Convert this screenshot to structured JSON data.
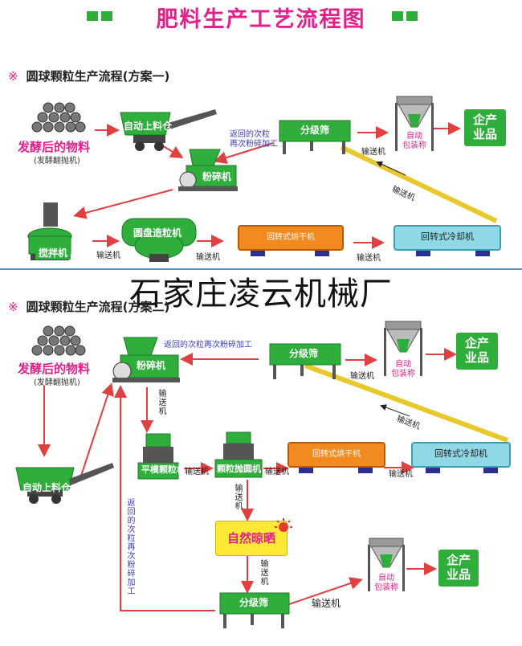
{
  "title": "肥料生产工艺流程图",
  "section1": {
    "heading": "圆球颗粒生产流程",
    "scheme": "(方案一)",
    "raw_label": "发酵后的物料",
    "raw_sub": "(发酵翻抛机)",
    "hopper": "自动上料仓",
    "crusher": "粉碎机",
    "return_note": [
      "返回的次粒",
      "再次粉碎加工"
    ],
    "screen": "分级筛",
    "conveyor": "输送机",
    "pack": [
      "自动",
      "包装称"
    ],
    "product": [
      "企产",
      "业品"
    ],
    "mixer": "搅拌机",
    "disc": "圆盘造粒机",
    "dryer": "回转式烘干机",
    "cooler": "回转式冷却机"
  },
  "watermark": "石家庄凌云机械厂",
  "section2": {
    "heading": "圆球颗粒生产流程",
    "scheme": "(方案二)",
    "raw_label": "发酵后的物料",
    "raw_sub": "(发酵翻抛机)",
    "crusher": "粉碎机",
    "return_note": "返回的次粒再次粉碎加工",
    "screen": "分级筛",
    "conveyor": "输送机",
    "pack": [
      "自动",
      "包装称"
    ],
    "product": [
      "企产",
      "业品"
    ],
    "hopper": "自动上料仓",
    "flat_die": "平模颗粒机",
    "polisher": "颗粒抛圆机",
    "dryer": "回转式烘干机",
    "cooler": "回转式冷却机",
    "natural_dry": "自然晾晒",
    "return_vertical": "返回的次粒再次粉碎加工",
    "screen2": "分级筛",
    "conveyor_h": "输送机"
  },
  "colors": {
    "accent": "#e0218a",
    "green": "#2fae3c",
    "orange": "#f28b1f",
    "cyan": "#8fd8e6",
    "arrow": "#e04040",
    "divider": "#3a9ad9"
  }
}
